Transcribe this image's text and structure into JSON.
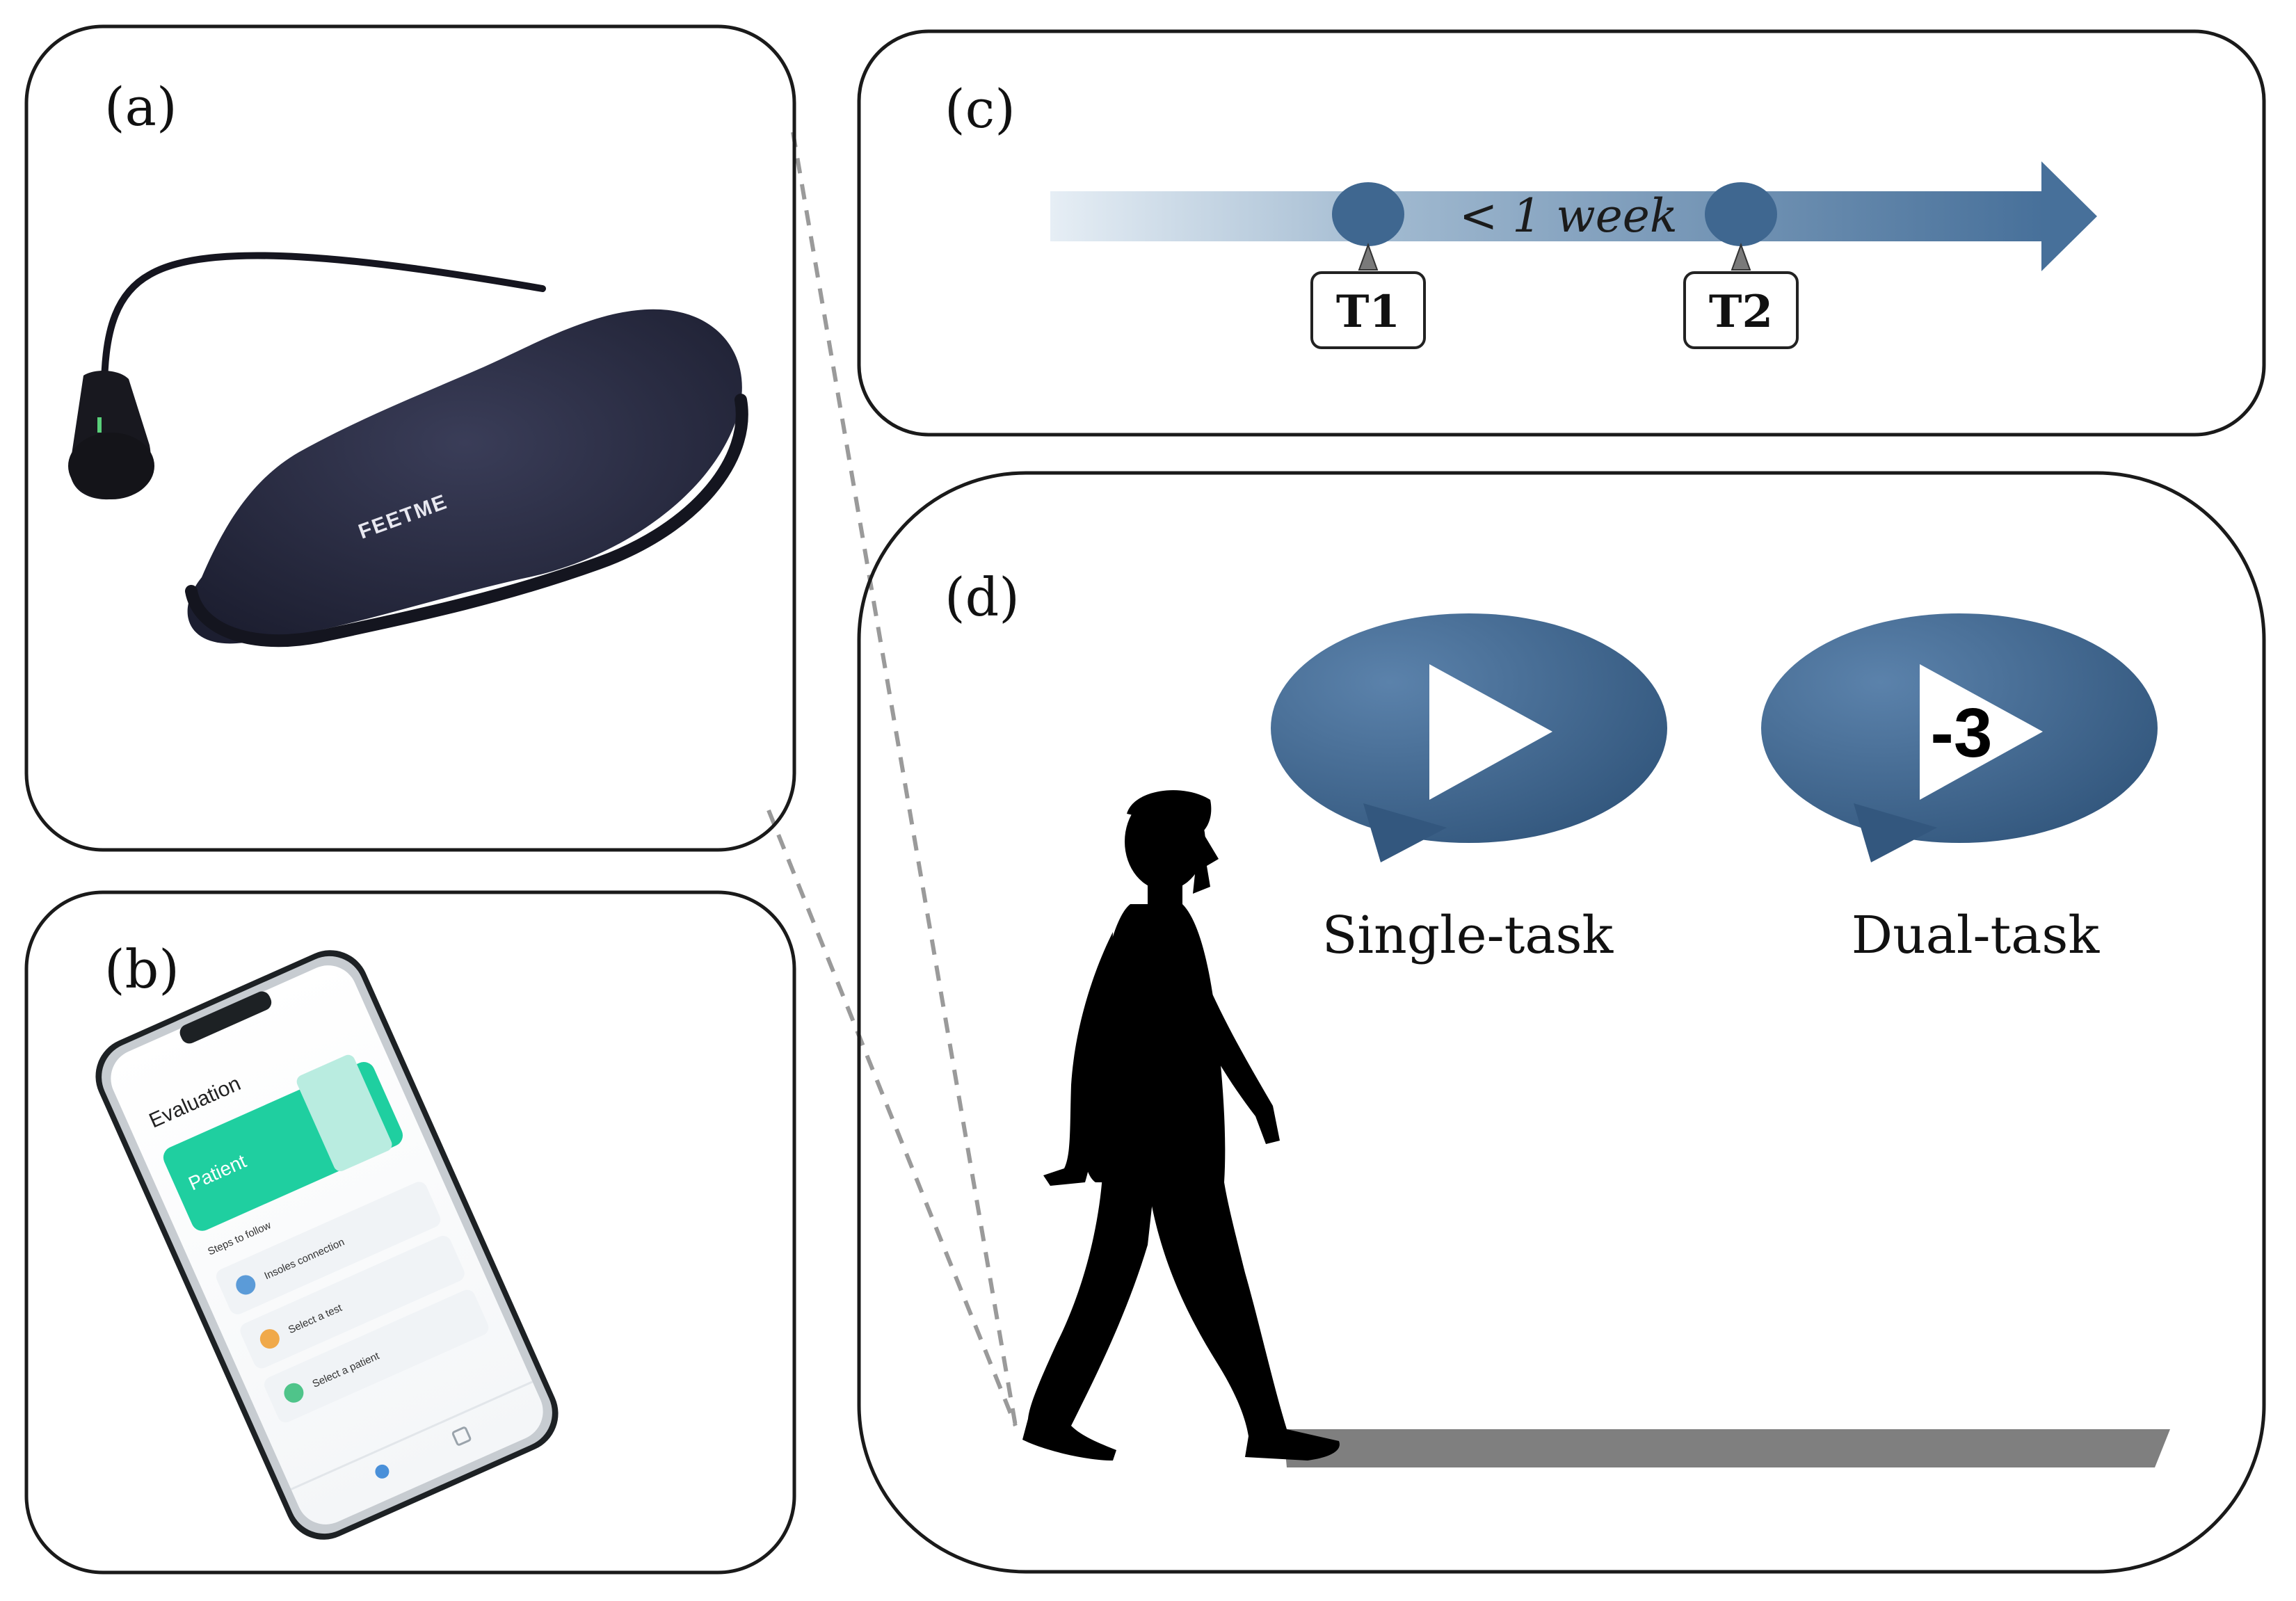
{
  "panels": {
    "a": {
      "label": "(a)",
      "brand_text": "FEETME"
    },
    "b": {
      "label": "(b)",
      "app_title": "Evaluation",
      "card_text": "Patient",
      "section_title": "Steps to follow",
      "steps": [
        "Insoles connection",
        "Select a test",
        "Select a patient"
      ]
    },
    "c": {
      "label": "(c)",
      "interval_label": "< 1 week",
      "timepoints": [
        "T1",
        "T2"
      ]
    },
    "d": {
      "label": "(d)",
      "single_task_label": "Single-task",
      "dual_task_label": "Dual-task",
      "dual_task_number": "-3"
    }
  },
  "colors": {
    "accent_blue": "#3f6790",
    "panel_border": "#1a1a1a",
    "walkway": "#7f7f7f",
    "app_green": "#1fcfa0"
  },
  "icons": [
    "insole-sensor-icon",
    "smartphone-icon",
    "walking-person-icon",
    "play-icon"
  ]
}
